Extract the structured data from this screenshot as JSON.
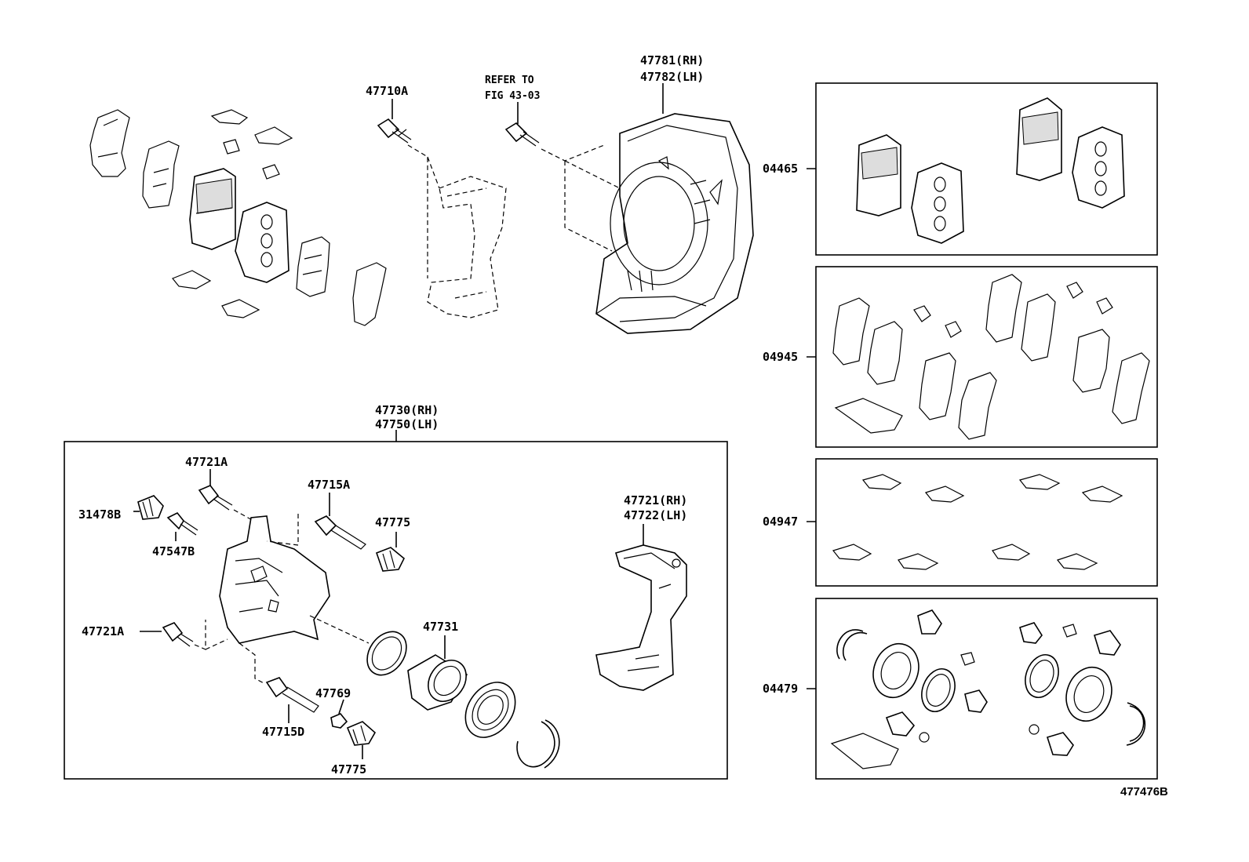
{
  "labels": {
    "p47710a": "47710A",
    "refer_1": "REFER TO",
    "refer_2": "FIG 43-03",
    "p47781": "47781(RH)",
    "p47782": "47782(LH)",
    "p47730": "47730(RH)",
    "p47750": "47750(LH)",
    "p47721a_top": "47721A",
    "p31478b": "31478B",
    "p47547b": "47547B",
    "p47715a": "47715A",
    "p47775_top": "47775",
    "p47721": "47721(RH)",
    "p47722": "47722(LH)",
    "p47721a_mid": "47721A",
    "p47731": "47731",
    "p47769": "47769",
    "p47715d": "47715D",
    "p47775_bot": "47775",
    "k04465": "04465",
    "k04945": "04945",
    "k04947": "04947",
    "k04479": "04479",
    "figure_id": "477476B"
  }
}
